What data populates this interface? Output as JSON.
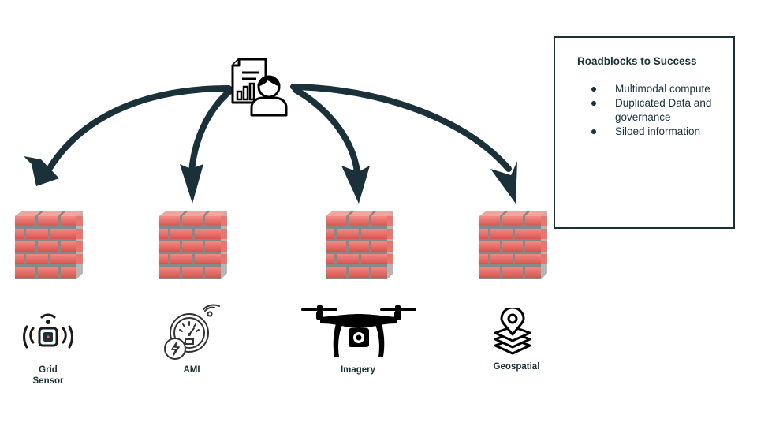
{
  "diagram": {
    "hub": {
      "icon": "analyst-report-icon",
      "label": ""
    },
    "sources": [
      {
        "id": "grid-sensor",
        "label_line1": "Grid",
        "label_line2": "Sensor",
        "icon": "grid-sensor-icon",
        "blocked_by": "brick-wall-icon"
      },
      {
        "id": "ami",
        "label_line1": "AMI",
        "label_line2": "",
        "icon": "smart-meter-icon",
        "blocked_by": "brick-wall-icon"
      },
      {
        "id": "imagery",
        "label_line1": "Imagery",
        "label_line2": "",
        "icon": "drone-icon",
        "blocked_by": "brick-wall-icon"
      },
      {
        "id": "geospatial",
        "label_line1": "Geospatial",
        "label_line2": "",
        "icon": "map-layers-pin-icon",
        "blocked_by": "brick-wall-icon"
      }
    ],
    "colors": {
      "arrow": "#1b3139",
      "text": "#1b3139",
      "brick": "#e0625c",
      "mortar": "#8a8a8a"
    }
  },
  "roadblocks": {
    "title": "Roadblocks to Success",
    "items": [
      {
        "text": "Multimodal compute"
      },
      {
        "text": "Duplicated Data and governance"
      },
      {
        "text": "Siloed information"
      }
    ]
  }
}
